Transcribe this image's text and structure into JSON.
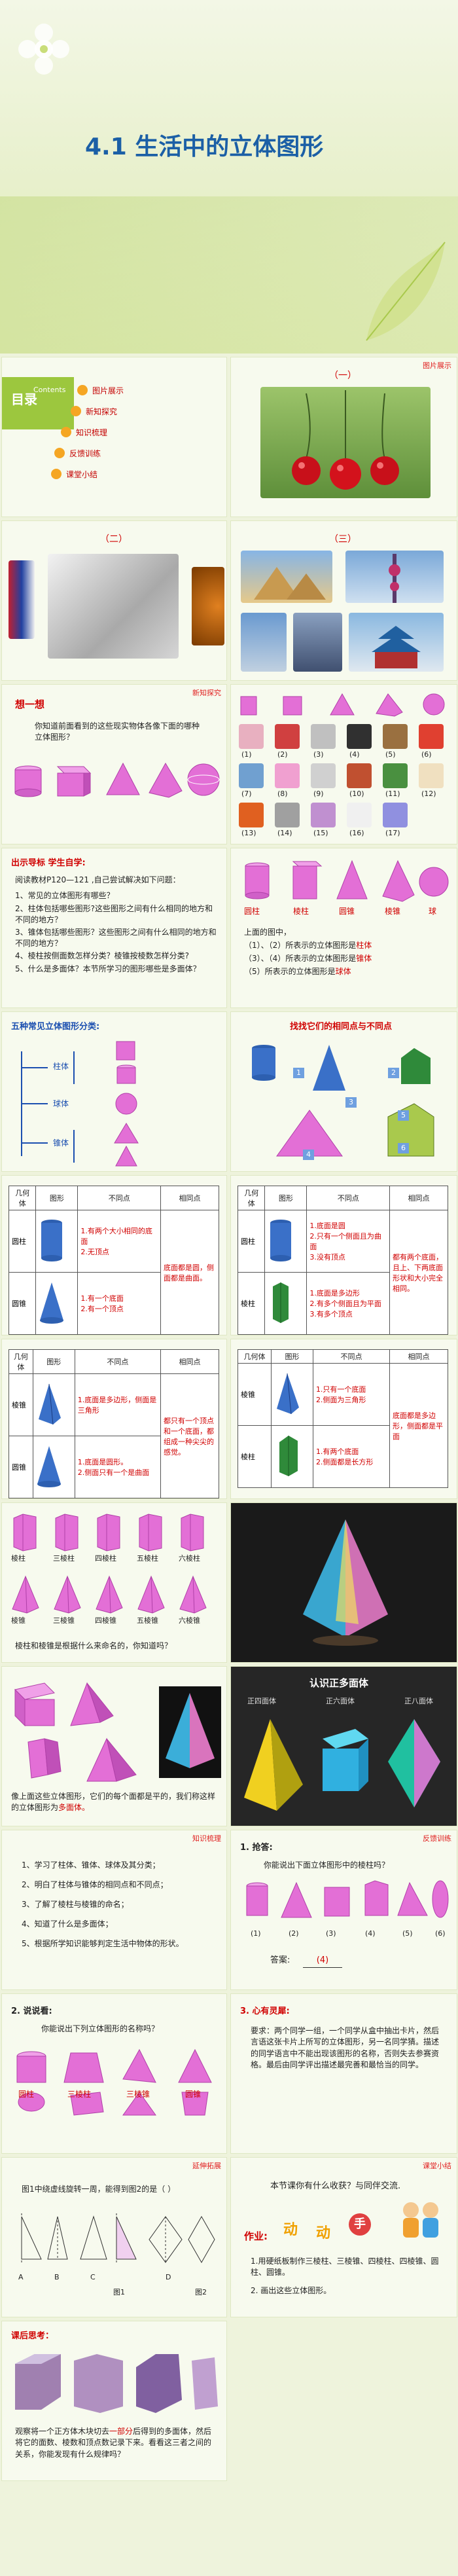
{
  "cover": {
    "title": "4.1  生活中的立体图形"
  },
  "toc": {
    "heading": "目录",
    "subheading": "Contents",
    "items": [
      "图片展示",
      "新知探究",
      "知识梳理",
      "反馈训练",
      "课堂小结"
    ]
  },
  "slide_photo1": {
    "tag": "图片展示",
    "label": "（一）"
  },
  "slide_photo2": {
    "label": "（二）"
  },
  "slide_photo3": {
    "label": "（三）"
  },
  "slide_think": {
    "tag": "新知探究",
    "heading": "想一想",
    "question": "你知道前面看到的这些现实物体各像下面的哪种立体图形？"
  },
  "slide_objects": {
    "labels": [
      "(1)",
      "(2)",
      "(3)",
      "(4)",
      "(5)",
      "(6)",
      "(7)",
      "(8)",
      "(9)",
      "(10)",
      "(11)",
      "(12)",
      "(13)",
      "(14)",
      "(15)",
      "(16)",
      "(17)"
    ]
  },
  "slide_guide": {
    "heading": "出示导标  学生自学:",
    "intro": "阅读教材P120—121 ,自己尝试解决如下问题：",
    "q1": "1、常见的立体图形有哪些？",
    "q2": "2、柱体包括哪些图形?这些图形之间有什么相同的地方和不同的地方？",
    "q3": "3、锥体包括哪些图形？这些图形之间有什么相同的地方和不同的地方？",
    "q4": "4、棱柱按侧面数怎样分类？棱锥按棱数怎样分类?",
    "q5": "5、什么是多面体？本节所学习的图形哪些是多面体？"
  },
  "slide_shapes": {
    "names": [
      "圆柱",
      "棱柱",
      "圆锥",
      "棱锥",
      "球"
    ],
    "note_intro": "上面的图中，",
    "note1a": "（1）、（2）所表示的立体图形是",
    "note1b": "柱体",
    "note2a": "（3）、（4）所表示的立体图形是",
    "note2b": "锥体",
    "note3a": "（5）所表示的立体图形是",
    "note3b": "球体"
  },
  "slide_classify": {
    "heading": "五种常见立体图形分类:",
    "group1": "柱体",
    "group2": "球体",
    "group3": "锥体"
  },
  "slide_compare_intro": {
    "heading": "找找它们的相同点与不同点",
    "nums": [
      "1",
      "2",
      "3",
      "4",
      "5",
      "6"
    ]
  },
  "table1": {
    "headers": [
      "几何体",
      "图形",
      "不同点",
      "相同点"
    ],
    "rows": [
      {
        "name": "圆柱",
        "diff": "1.有两个大小相同的底面\n2.无顶点"
      },
      {
        "name": "圆锥",
        "diff": "1.有一个底面\n2.有一个顶点"
      }
    ],
    "same": "底面都是圆，侧面都是曲面。"
  },
  "table2": {
    "headers": [
      "几何体",
      "图形",
      "不同点",
      "相同点"
    ],
    "rows": [
      {
        "name": "圆柱",
        "diff": "1.底面是圆\n2.只有一个侧面且为曲面\n3.没有顶点"
      },
      {
        "name": "棱柱",
        "diff": "1.底面是多边形\n2.有多个侧面且为平面\n3.有多个顶点"
      }
    ],
    "same": "都有两个底面，且上、下两底面形状和大小完全相同。"
  },
  "table3": {
    "headers": [
      "几何体",
      "图形",
      "不同点",
      "相同点"
    ],
    "rows": [
      {
        "name": "棱锥",
        "diff": "1.底面是多边形，侧面是三角形"
      },
      {
        "name": "圆锥",
        "diff": "1.底面是圆形。\n2.侧面只有一个是曲面"
      }
    ],
    "same": "都只有一个顶点和一个底面，都组成一种尖尖的感觉。"
  },
  "table4": {
    "headers": [
      "几何体",
      "图形",
      "不同点",
      "相同点"
    ],
    "rows": [
      {
        "name": "棱锥",
        "diff": "1.只有一个底面\n2.侧面为三角形"
      },
      {
        "name": "棱柱",
        "diff": "1.有两个底面\n2.侧面都是长方形"
      }
    ],
    "same": "底面都是多边形，侧面都是平面"
  },
  "slide_prisms": {
    "prisms": [
      "棱柱",
      "三棱柱",
      "四棱柱",
      "五棱柱",
      "六棱柱"
    ],
    "pyramids": [
      "棱锥",
      "三棱锥",
      "四棱锥",
      "五棱锥",
      "六棱锥"
    ],
    "caption": "棱柱和棱锥是根据什么来命名的，你知道吗？"
  },
  "slide_poly": {
    "caption_a": "像上面这些立体图形，它们的每个面都是平的，我们称这样的立体图形为",
    "caption_b": "多面体。"
  },
  "slide_know": {
    "heading": "认识正多面体",
    "names": [
      "正四面体",
      "正六面体",
      "正八面体"
    ]
  },
  "slide_summary": {
    "tag": "知识梳理",
    "items": [
      "1、学习了柱体、锥体、球体及其分类；",
      "2、明白了柱体与锥体的相同点和不同点；",
      "3、了解了棱柱与棱锥的命名；",
      "4、知道了什么是多面体；",
      "5、根据所学知识能够判定生活中物体的形状。"
    ]
  },
  "slide_practice1": {
    "tag": "反馈训练",
    "heading": "1. 抢答:",
    "question": "你能说出下面立体图形中的棱柱吗？",
    "labels": [
      "(1)",
      "(2)",
      "(3)",
      "(4)",
      "(5)",
      "(6)"
    ],
    "answer_label": "答案:",
    "answer": "(4)"
  },
  "slide_practice2": {
    "heading": "2. 说说看:",
    "question": "你能说出下列立体图形的名称吗？",
    "names": [
      "圆柱",
      "三棱柱",
      "三棱锥",
      "圆锥"
    ]
  },
  "slide_practice3": {
    "heading": "3. 心有灵犀:",
    "body": "要求：两个同学一组，一个同学从盒中抽出卡片，然后言语这张卡片上所写的立体图形，另一名同学猜。描述的同学语言中不能出现该图形的名称，否则失去参赛资格。最后由同学评出描述最完善和最恰当的同学。"
  },
  "slide_extend": {
    "tag": "延伸拓展",
    "question": "图1中绕虚线旋转一周，能得到图2的是（    ）",
    "options": [
      "A",
      "B",
      "C",
      "D"
    ],
    "fig1": "图1",
    "fig2": "图2"
  },
  "slide_closing": {
    "tag": "课堂小结",
    "question": "本节课你有什么收获？与同伴交流.",
    "hw_label": "作业:",
    "hw_words": [
      "动",
      "动",
      "手"
    ],
    "hw1": "1.用硬纸板制作三棱柱、三棱锥、四棱柱、四棱锥、圆柱、圆锥。",
    "hw2": "2. 画出这些立体图形。"
  },
  "slide_after": {
    "heading": "课后思考：",
    "body_a": "观察将一个正方体木块切去",
    "body_b": "一部分",
    "body_c": "后得到的多面体，然后将它的面数、棱数和顶点数记录下来。看看这三者之间的关系，你能发现有什么规律吗？"
  },
  "colors": {
    "accent": "#a9c94d",
    "title": "#1b5fa6",
    "red": "#d00000",
    "shape": "#e36fd6"
  }
}
